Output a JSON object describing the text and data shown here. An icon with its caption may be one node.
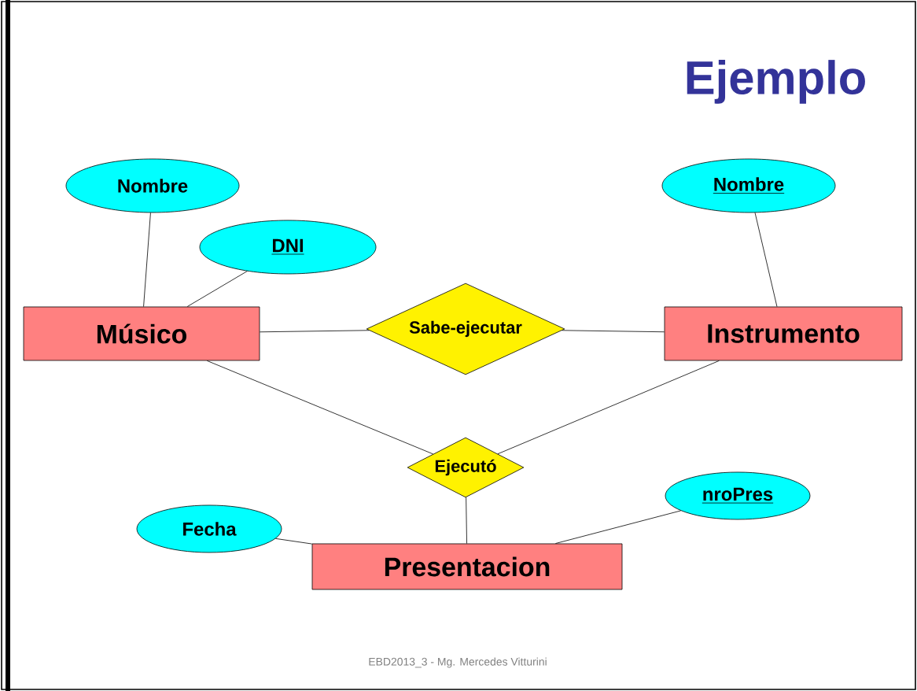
{
  "diagram": {
    "title": "Ejemplo",
    "nodes": [
      {
        "text": [
          "Nombre"
        ]
      },
      {
        "text": [
          "DNI"
        ]
      },
      {
        "text": [
          "Nombre"
        ]
      },
      {
        "text": [
          "Músico"
        ]
      },
      {
        "text": [
          "Sabe-ejecutar"
        ]
      },
      {
        "text": [
          "Instrumento"
        ]
      },
      {
        "text": [
          "Ejecutó"
        ]
      },
      {
        "text": [
          "Fecha"
        ]
      },
      {
        "text": [
          "Presentacion"
        ]
      },
      {
        "text": [
          "nroPres"
        ]
      }
    ],
    "edges": [
      {
        "from": 0,
        "to": 3,
        "arrow": "none"
      },
      {
        "from": 1,
        "to": 3,
        "arrow": "none"
      },
      {
        "from": 2,
        "to": 5,
        "arrow": "none"
      },
      {
        "from": 3,
        "to": 4,
        "arrow": "none"
      },
      {
        "from": 4,
        "to": 5,
        "arrow": "none"
      },
      {
        "from": 3,
        "to": 6,
        "arrow": "none"
      },
      {
        "from": 5,
        "to": 6,
        "arrow": "none"
      },
      {
        "from": 6,
        "to": 8,
        "arrow": "none"
      },
      {
        "from": 7,
        "to": 8,
        "arrow": "none"
      },
      {
        "from": 8,
        "to": 9,
        "arrow": "none"
      }
    ],
    "labels": [
      "EBD2013_3 - Mg. Mercedes Vitturini"
    ]
  }
}
